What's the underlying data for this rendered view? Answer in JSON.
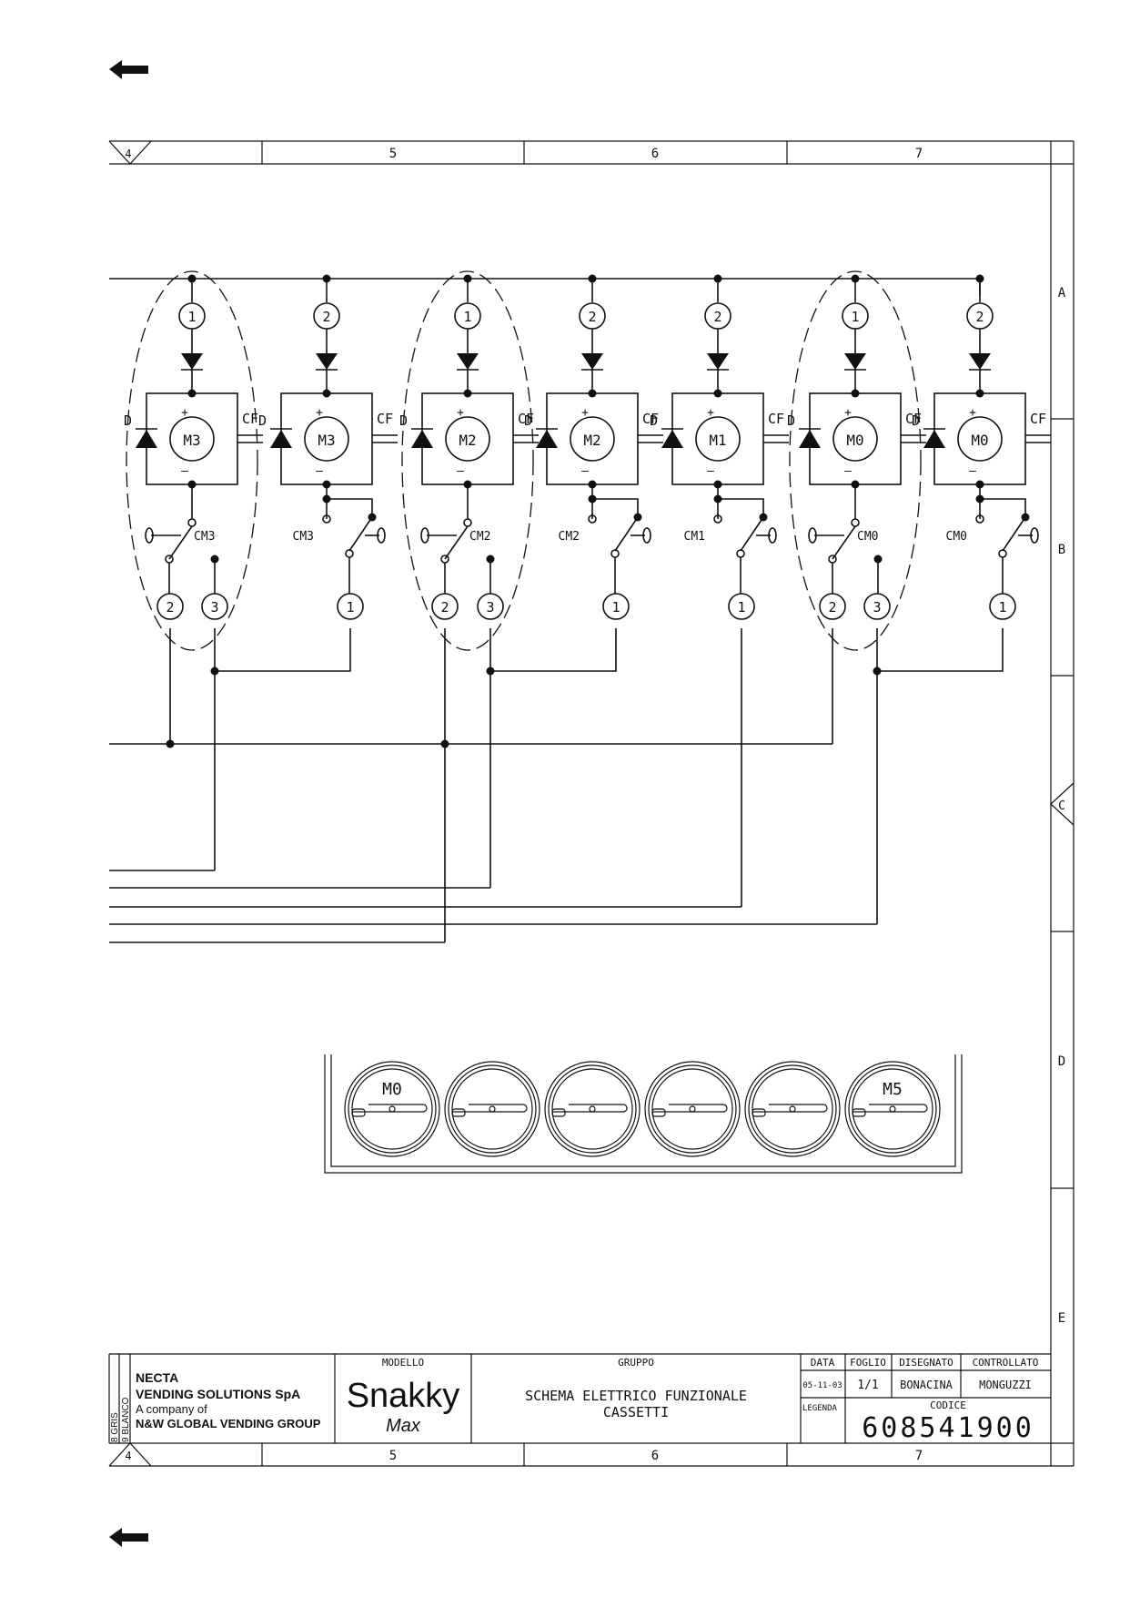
{
  "frame": {
    "columns": [
      "4",
      "5",
      "6",
      "7"
    ],
    "rows": [
      "A",
      "B",
      "C",
      "D",
      "E"
    ]
  },
  "cells": [
    {
      "label": "1",
      "motor": "M3",
      "switch": "CM3",
      "group": true,
      "outs": [
        "2",
        "3"
      ]
    },
    {
      "label": "2",
      "motor": "M3",
      "switch": "CM3",
      "group": false,
      "outs": [
        "1"
      ]
    },
    {
      "label": "1",
      "motor": "M2",
      "switch": "CM2",
      "group": true,
      "outs": [
        "2",
        "3"
      ]
    },
    {
      "label": "2",
      "motor": "M2",
      "switch": "CM2",
      "group": false,
      "outs": [
        "1"
      ]
    },
    {
      "label": "2",
      "motor": "M1",
      "switch": "CM1",
      "group": false,
      "outs": [
        "1"
      ]
    },
    {
      "label": "1",
      "motor": "M0",
      "switch": "CM0",
      "group": true,
      "outs": [
        "2",
        "3"
      ]
    },
    {
      "label": "2",
      "motor": "M0",
      "switch": "CM0",
      "group": false,
      "outs": [
        "1"
      ]
    }
  ],
  "symbols": {
    "diode": "D",
    "capacitor": "CF",
    "plus": "+",
    "minus": "–"
  },
  "tray": {
    "first_label": "M0",
    "last_label": "M5",
    "coil_count": 6
  },
  "title_block": {
    "company_lines": [
      "NECTA",
      "VENDING SOLUTIONS SpA",
      "A company of",
      "N&W GLOBAL VENDING GROUP"
    ],
    "side_codes": [
      "8 GRIS",
      "9 BLANCO"
    ],
    "modello_label": "MODELLO",
    "model_name": "Snakky",
    "model_sub": "Max",
    "gruppo_label": "GRUPPO",
    "group_lines": [
      "SCHEMA ELETTRICO FUNZIONALE",
      "CASSETTI"
    ],
    "data_label": "DATA",
    "data_value": "05-11-03",
    "foglio_label": "FOGLIO",
    "foglio_value": "1/1",
    "disegnato_label": "DISEGNATO",
    "disegnato_value": "BONACINA",
    "controllato_label": "CONTROLLATO",
    "controllato_value": "MONGUZZI",
    "legenda_label": "LEGENDA",
    "codice_label": "CODICE",
    "codice_value": "608541900"
  }
}
